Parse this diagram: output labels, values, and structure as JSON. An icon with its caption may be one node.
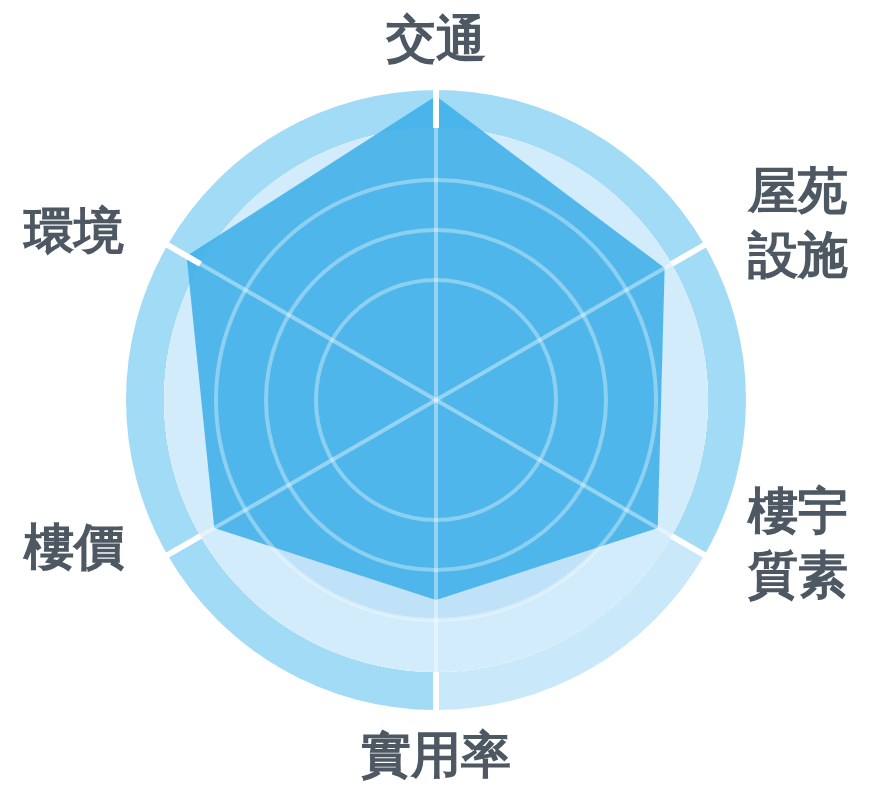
{
  "diagram": {
    "labels": [
      "交通",
      "屋苑設施",
      "環境",
      "樓宇質素",
      "樓價",
      "實用率"
    ]
  }
}
